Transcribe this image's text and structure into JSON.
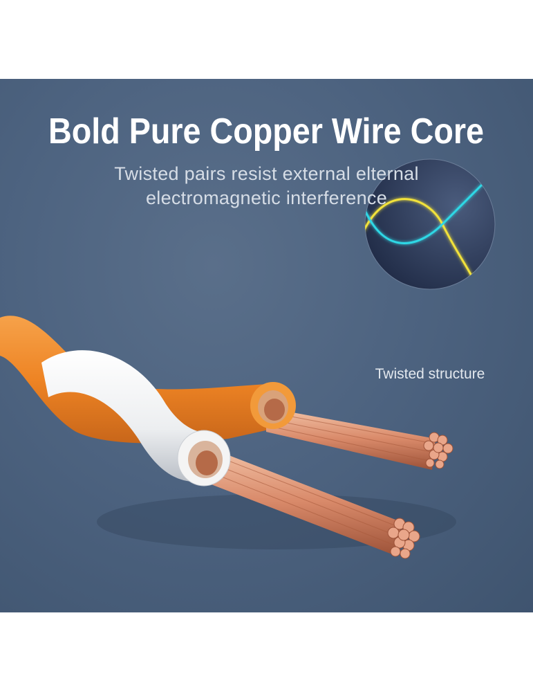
{
  "headline": "Bold Pure Copper Wire Core",
  "subtitle": {
    "line1": "Twisted pairs resist external elternal",
    "line2": "electromagnetic interference"
  },
  "inset": {
    "caption": "Twisted structure",
    "wave_colors": [
      "#f2e23a",
      "#2fd8e6"
    ]
  },
  "colors": {
    "background": "#4d6380",
    "orange_insulation": "#f08a2a",
    "white_insulation": "#f2f2f2",
    "copper": "#d98a6a"
  }
}
